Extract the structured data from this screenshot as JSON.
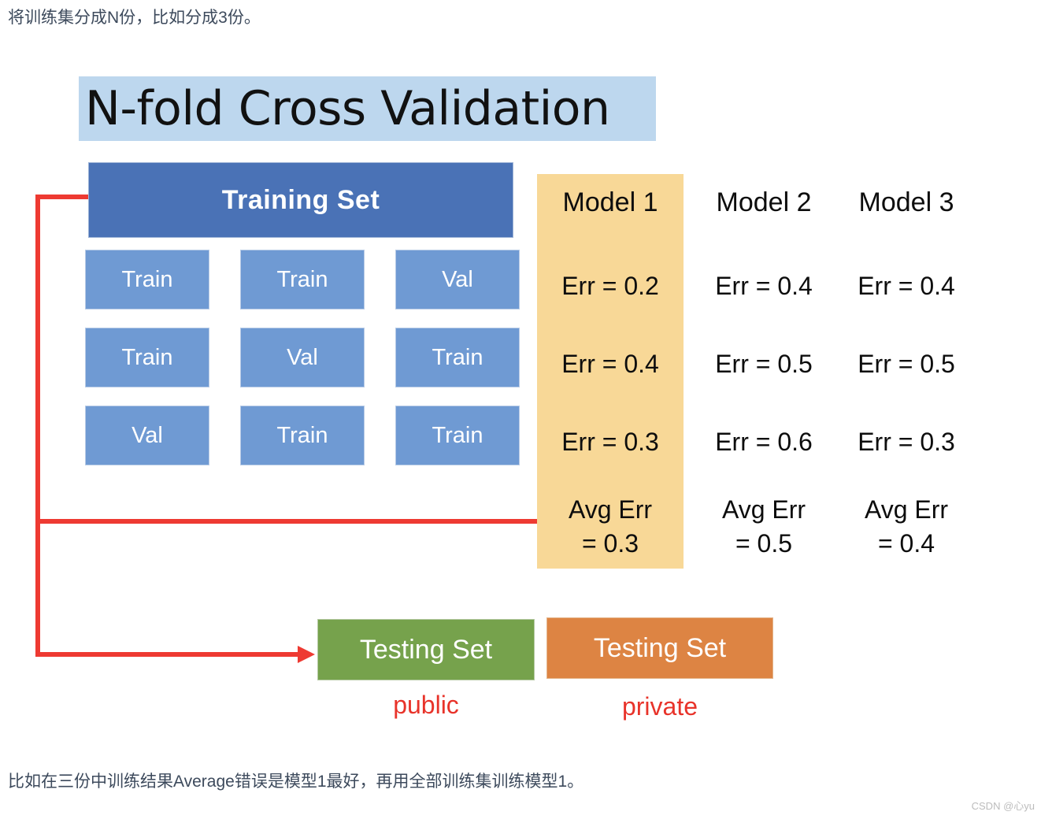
{
  "caption_top": "将训练集分成N份，比如分成3份。",
  "caption_bottom": "比如在三份中训练结果Average错误是模型1最好，再用全部训练集训练模型1。",
  "watermark": "CSDN @心yu",
  "figure": {
    "title": "N-fold Cross Validation",
    "training_set_label": "Training Set",
    "folds": [
      [
        "Train",
        "Train",
        "Val"
      ],
      [
        "Train",
        "Val",
        "Train"
      ],
      [
        "Val",
        "Train",
        "Train"
      ]
    ],
    "models": [
      {
        "name": "Model 1",
        "errors": [
          "Err = 0.2",
          "Err = 0.4",
          "Err = 0.3"
        ],
        "avg_label": "Avg Err",
        "avg_value": "= 0.3",
        "highlighted": true
      },
      {
        "name": "Model 2",
        "errors": [
          "Err = 0.4",
          "Err = 0.5",
          "Err = 0.6"
        ],
        "avg_label": "Avg Err",
        "avg_value": "= 0.5",
        "highlighted": false
      },
      {
        "name": "Model 3",
        "errors": [
          "Err = 0.4",
          "Err = 0.5",
          "Err = 0.3"
        ],
        "avg_label": "Avg Err",
        "avg_value": "= 0.4",
        "highlighted": false
      }
    ],
    "testing_public": {
      "box_label": "Testing Set",
      "caption": "public"
    },
    "testing_private": {
      "box_label": "Testing Set",
      "caption": "private"
    }
  },
  "colors": {
    "title_highlight": "#bdd7ee",
    "training_set": "#4a72b6",
    "fold_cell": "#6f9ad3",
    "model_highlight": "#f8d897",
    "testing_public": "#76a24c",
    "testing_private": "#dd8443",
    "connector_red": "#ee3a32",
    "caption_red": "#e8332a",
    "caption_text": "#3d4a5c"
  }
}
